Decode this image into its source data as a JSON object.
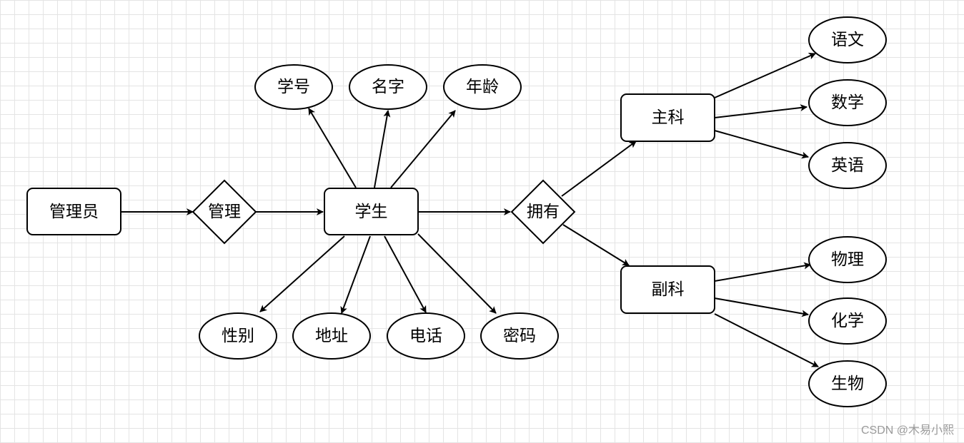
{
  "diagram": {
    "nodes": {
      "admin": "管理员",
      "manage": "管理",
      "student": "学生",
      "own": "拥有",
      "major": "主科",
      "minor": "副科",
      "student_id": "学号",
      "name": "名字",
      "age": "年龄",
      "gender": "性别",
      "address": "地址",
      "phone": "电话",
      "password": "密码",
      "chinese": "语文",
      "math": "数学",
      "english": "英语",
      "physics": "物理",
      "chemistry": "化学",
      "biology": "生物"
    },
    "edges": [
      [
        "admin",
        "manage"
      ],
      [
        "manage",
        "student"
      ],
      [
        "student",
        "student_id"
      ],
      [
        "student",
        "name"
      ],
      [
        "student",
        "age"
      ],
      [
        "student",
        "gender"
      ],
      [
        "student",
        "address"
      ],
      [
        "student",
        "phone"
      ],
      [
        "student",
        "password"
      ],
      [
        "student",
        "own"
      ],
      [
        "own",
        "major"
      ],
      [
        "own",
        "minor"
      ],
      [
        "major",
        "chinese"
      ],
      [
        "major",
        "math"
      ],
      [
        "major",
        "english"
      ],
      [
        "minor",
        "physics"
      ],
      [
        "minor",
        "chemistry"
      ],
      [
        "minor",
        "biology"
      ]
    ]
  },
  "watermark": "CSDN @木易小熙"
}
